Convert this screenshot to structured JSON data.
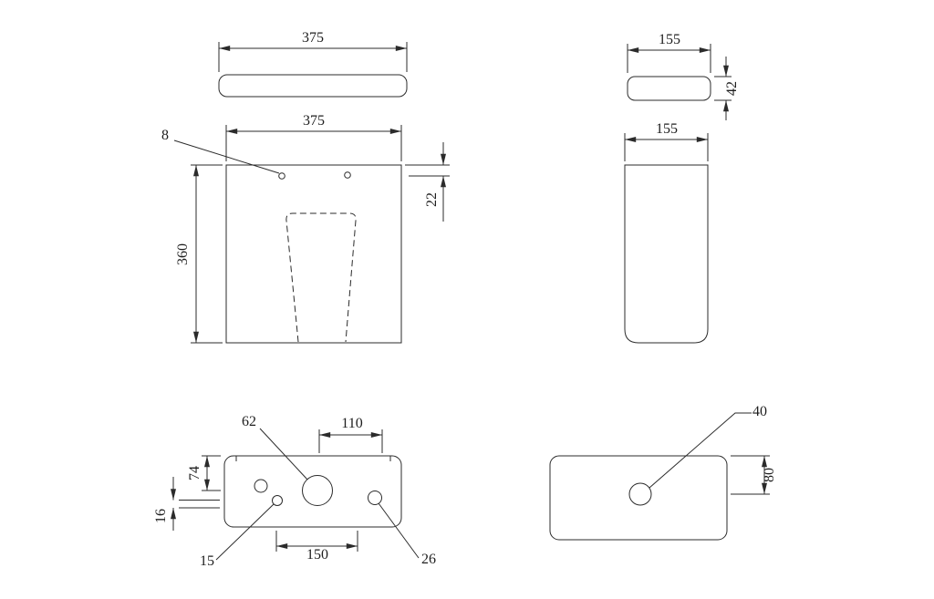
{
  "colors": {
    "line": "#2b2b2b",
    "background": "#ffffff"
  },
  "views": {
    "lid_top": {
      "width": "375"
    },
    "front": {
      "width": "375",
      "height": "360",
      "hole_diameter": "8",
      "hole_offset": "22"
    },
    "lid_side": {
      "width": "155",
      "thickness": "42"
    },
    "side": {
      "depth": "155"
    },
    "bottom_front": {
      "center_hole": "62",
      "top_spacing": "110",
      "left_offset": "74",
      "small_offset": "16",
      "bottom_spacing": "150",
      "left_hole": "15",
      "right_hole": "26"
    },
    "bottom_side": {
      "hole": "40",
      "hole_offset": "80"
    }
  }
}
